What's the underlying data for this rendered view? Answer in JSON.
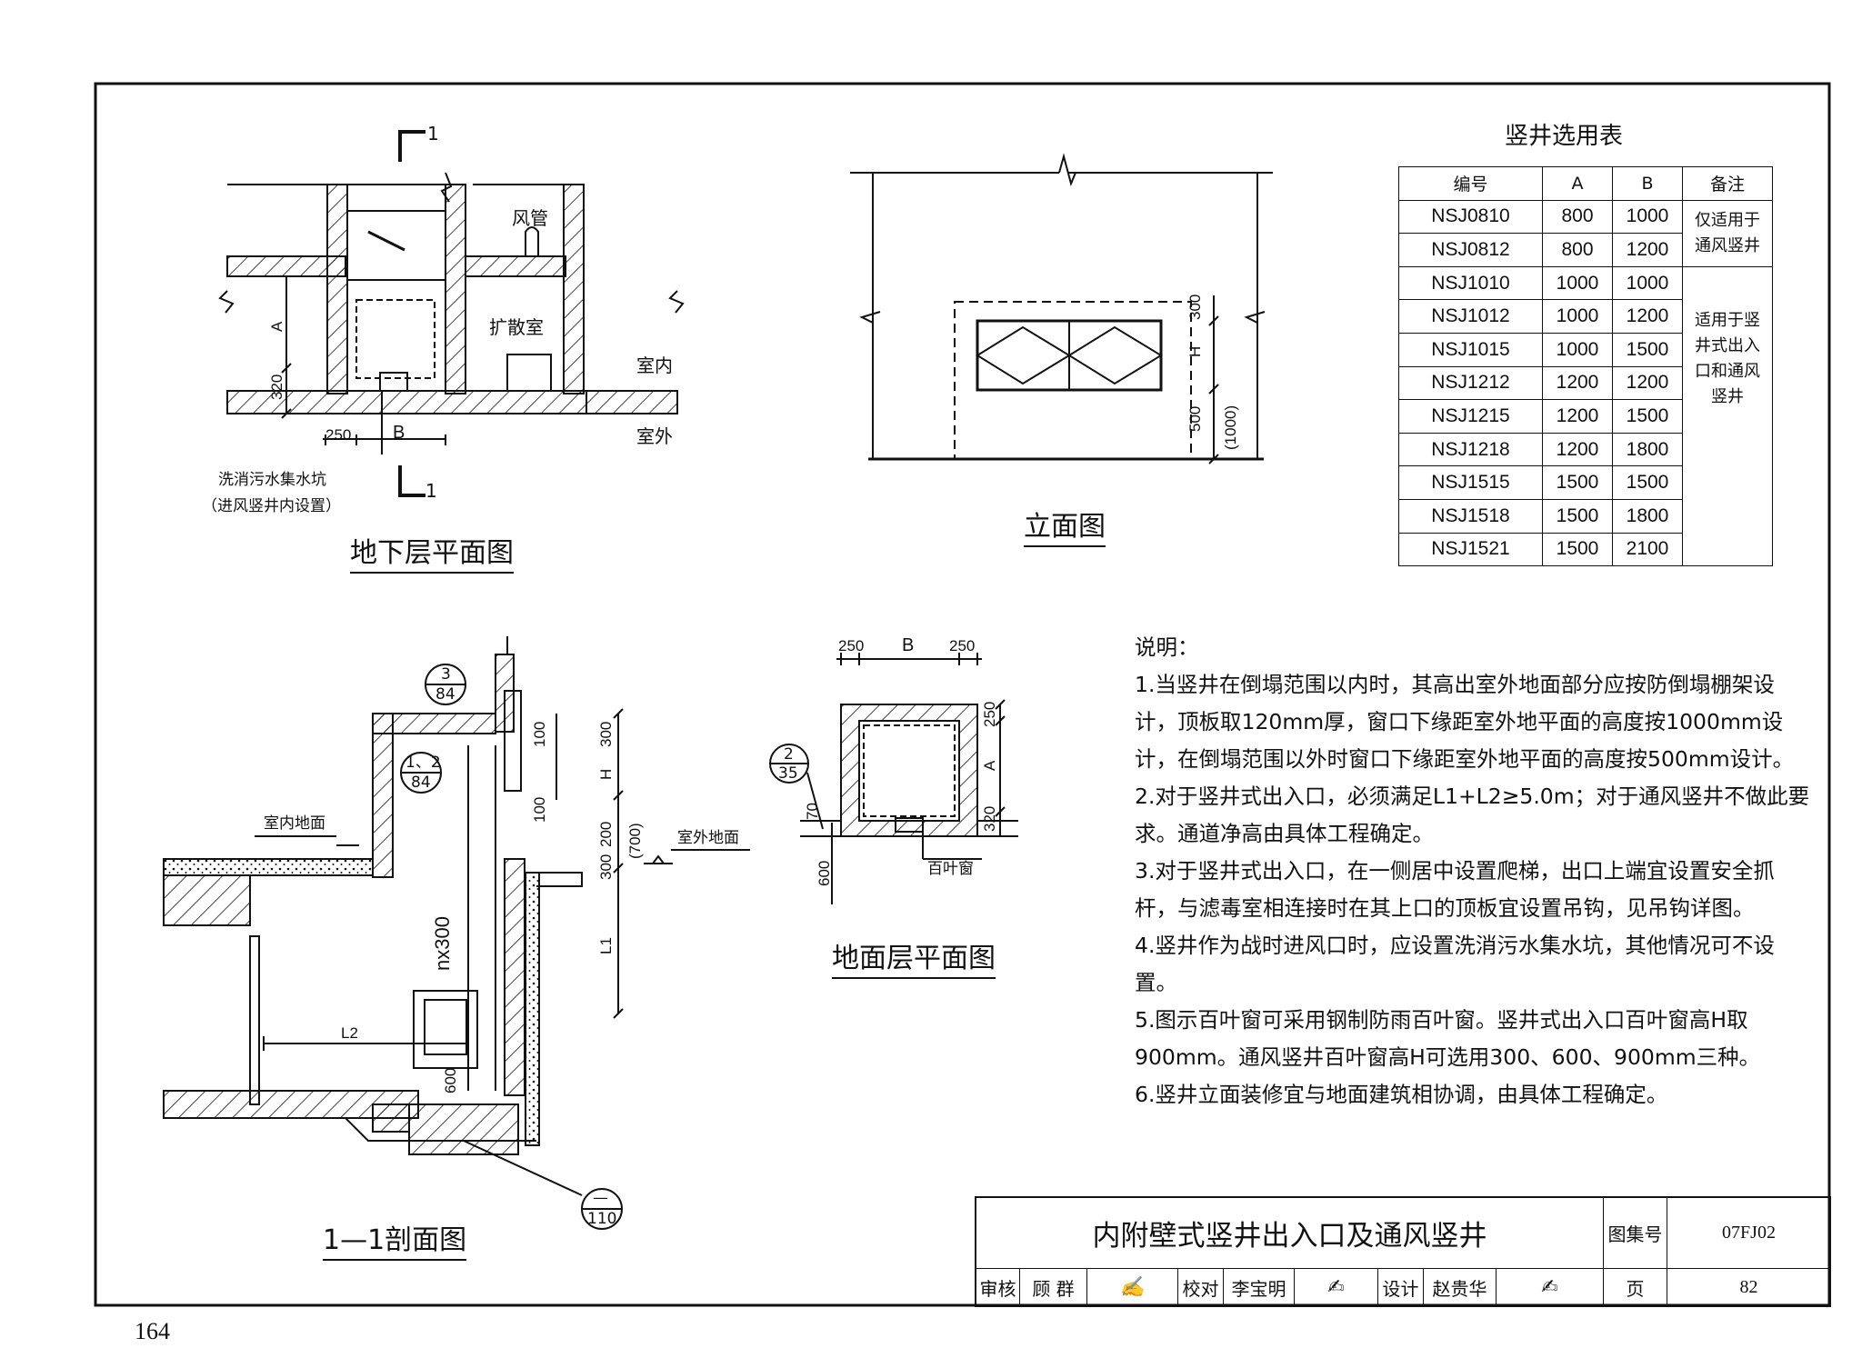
{
  "page_number": "164",
  "views": {
    "basement_plan_title": "地下层平面图",
    "elevation_title": "立面图",
    "section_title": "1—1剖面图",
    "ground_plan_title": "地面层平面图"
  },
  "basement_plan": {
    "section_mark_top": "1",
    "section_mark_bottom": "1",
    "duct_label": "风管",
    "diffusion_room": "扩散室",
    "indoor": "室内",
    "outdoor": "室外",
    "dim_a": "A",
    "dim_320": "320",
    "dim_250": "250",
    "dim_b": "B",
    "sump_label": "洗消污水集水坑",
    "sump_note": "（进风竖井内设置）"
  },
  "elevation": {
    "dim_300": "300",
    "dim_h": "H",
    "dim_500": "500",
    "dim_1000": "(1000)"
  },
  "section": {
    "ref1_top": "3",
    "ref1_bottom": "84",
    "ref2_top": "1、2",
    "ref2_bottom": "84",
    "ref3_top": "—",
    "ref3_bottom": "110",
    "indoor_floor": "室内地面",
    "outdoor_ground": "室外地面",
    "dim_100a": "100",
    "dim_300": "300",
    "dim_h": "H",
    "dim_100b": "100",
    "dim_200": "200",
    "dim_700": "(700)",
    "dim_300b": "300",
    "dim_l1": "L1",
    "dim_l2": "L2",
    "dim_nx300": "nx300",
    "dim_600": "600"
  },
  "ground_plan": {
    "dim_250a": "250",
    "dim_b": "B",
    "dim_250b": "250",
    "dim_250c": "250",
    "dim_a": "A",
    "dim_320": "320",
    "dim_70": "70",
    "dim_600": "600",
    "ref_top": "2",
    "ref_bottom": "35",
    "louver": "百叶窗"
  },
  "table": {
    "title": "竖井选用表",
    "headers": [
      "编号",
      "A",
      "B",
      "备注"
    ],
    "rows": [
      [
        "NSJ0810",
        "800",
        "1000"
      ],
      [
        "NSJ0812",
        "800",
        "1200"
      ],
      [
        "NSJ1010",
        "1000",
        "1000"
      ],
      [
        "NSJ1012",
        "1000",
        "1200"
      ],
      [
        "NSJ1015",
        "1000",
        "1500"
      ],
      [
        "NSJ1212",
        "1200",
        "1200"
      ],
      [
        "NSJ1215",
        "1200",
        "1500"
      ],
      [
        "NSJ1218",
        "1200",
        "1800"
      ],
      [
        "NSJ1515",
        "1500",
        "1500"
      ],
      [
        "NSJ1518",
        "1500",
        "1800"
      ],
      [
        "NSJ1521",
        "1500",
        "2100"
      ]
    ],
    "note1": "仅适用于通风竖井",
    "note2": "适用于竖井式出入口和通风竖井"
  },
  "notes": {
    "heading": "说明：",
    "items": [
      "1.当竖井在倒塌范围以内时，其高出室外地面部分应按防倒塌棚架设计，顶板取120mm厚，窗口下缘距室外地平面的高度按1000mm设计，在倒塌范围以外时窗口下缘距室外地平面的高度按500mm设计。",
      "2.对于竖井式出入口，必须满足L1+L2≥5.0m；对于通风竖井不做此要求。通道净高由具体工程确定。",
      "3.对于竖井式出入口，在一侧居中设置爬梯，出口上端宜设置安全抓杆，与滤毒室相连接时在其上口的顶板宜设置吊钩，见吊钩详图。",
      "4.竖井作为战时进风口时，应设置洗消污水集水坑，其他情况可不设置。",
      "5.图示百叶窗可采用钢制防雨百叶窗。竖井式出入口百叶窗高H取900mm。通风竖井百叶窗高H可选用300、600、900mm三种。",
      "6.竖井立面装修宜与地面建筑相协调，由具体工程确定。"
    ]
  },
  "title_block": {
    "drawing_title": "内附壁式竖井出入口及通风竖井",
    "atlas_label": "图集号",
    "atlas_no": "07FJ02",
    "review_label": "审核",
    "reviewer": "顾 群",
    "check_label": "校对",
    "checker": "李宝明",
    "design_label": "设计",
    "designer": "赵贵华",
    "page_label": "页",
    "page_no": "82"
  },
  "colors": {
    "line": "#111111",
    "paper": "#ffffff"
  }
}
